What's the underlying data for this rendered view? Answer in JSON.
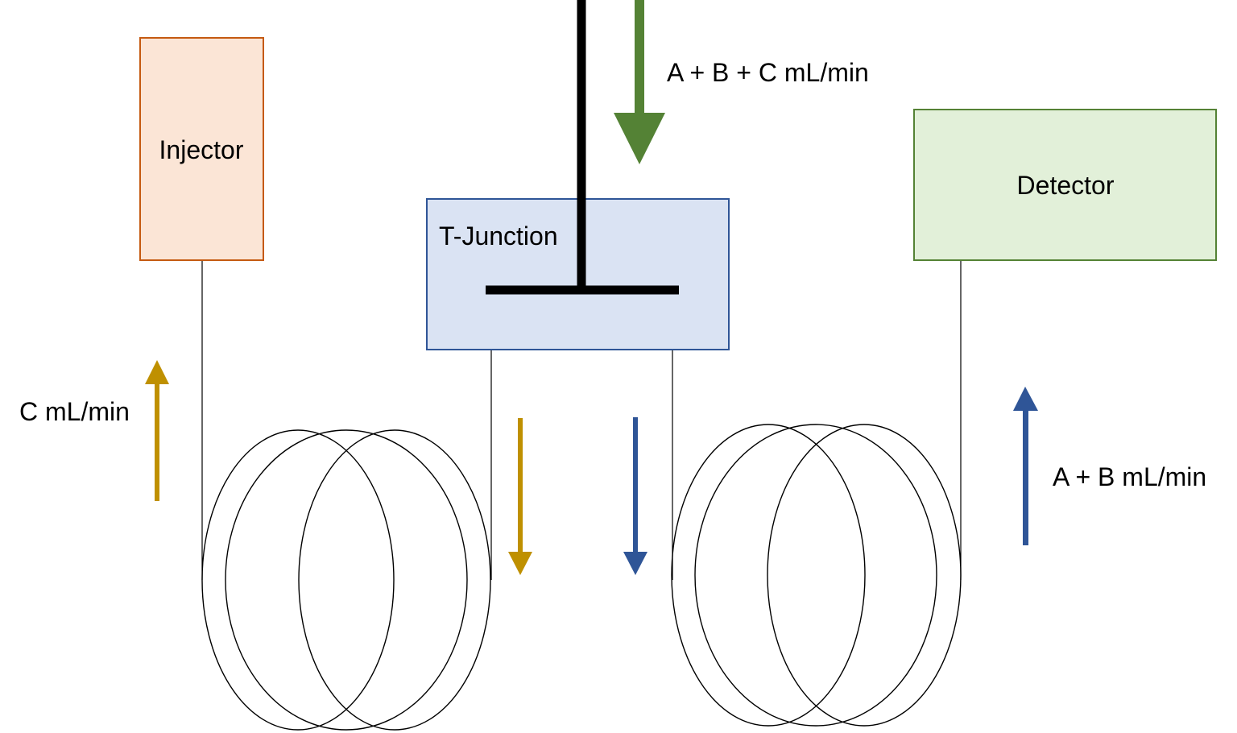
{
  "blocks": {
    "injector": {
      "label": "Injector",
      "fill": "#fbe5d6",
      "stroke": "#c55a11"
    },
    "t_junction": {
      "label": "T-Junction",
      "fill": "#dae3f3",
      "stroke": "#2f5597"
    },
    "detector": {
      "label": "Detector",
      "fill": "#e2f0d9",
      "stroke": "#548235"
    }
  },
  "flows": {
    "total": {
      "label": "A + B + C mL/min",
      "color": "#548235"
    },
    "injector_branch": {
      "label": "C mL/min",
      "color": "#bf9000"
    },
    "detector_branch": {
      "label": "A + B mL/min",
      "color": "#2f5597"
    }
  },
  "line_color": "#000000"
}
